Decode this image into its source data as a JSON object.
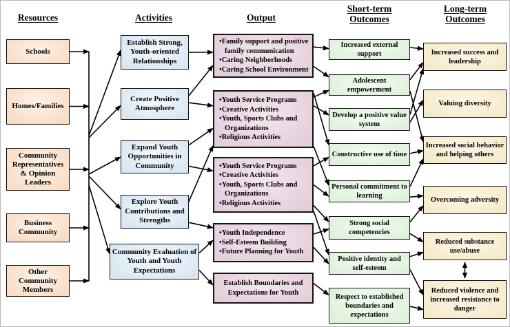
{
  "headings": {
    "resources": "Resources",
    "activities": "Activities",
    "output": "Output",
    "short_term_line1": "Short-term",
    "short_term_line2": "Outcomes",
    "long_term_line1": "Long-term",
    "long_term_line2": "Outcomes"
  },
  "colors": {
    "resource_fill": "#f9dcc4",
    "activity_fill": "#d8e6f3",
    "output_fill": "#e3cddb",
    "short_term_fill": "#ddf1da",
    "long_term_fill": "#f6e9c9",
    "line": "#000000"
  },
  "boxes": {
    "r1": {
      "label": "Schools"
    },
    "r2": {
      "label": "Homes/Families"
    },
    "r3": {
      "label": "Community Representatives & Opinion Leaders"
    },
    "r4": {
      "label": "Business Community"
    },
    "r5": {
      "label": "Other Community Members"
    },
    "a1": {
      "label": "Establish Strong, Youth-oriented Relationships"
    },
    "a2": {
      "label": "Create Positive Atmosphere"
    },
    "a3": {
      "label": "Expand Youth Opportunities in Community"
    },
    "a4": {
      "label": "Explore Youth Contributions and Strengths"
    },
    "a5": {
      "label": "Community Evaluation of Youth and Youth Expectations"
    },
    "o1": {
      "bullets": [
        "Family support and positive family communication",
        "Caring Neighborhoods",
        "Caring School Environment"
      ]
    },
    "o2": {
      "bullets": [
        "Youth Service Programs",
        "Creative Activities",
        "Youth, Sports Clubs and Organizations",
        "Religious Activities"
      ]
    },
    "o3": {
      "bullets": [
        "Youth Service Programs",
        "Creative Activities",
        "Youth, Sports Clubs and Organizations",
        "Religious Activities"
      ]
    },
    "o4": {
      "bullets": [
        "Youth Independence",
        "Self-Esteem Building",
        "Future Planning for Youth"
      ]
    },
    "o5": {
      "label": "Establish Boundaries and Expectations for Youth"
    },
    "s1": {
      "label": "Increased external support"
    },
    "s2": {
      "label": "Adolescent empowerment"
    },
    "s3": {
      "label": "Develop a positive value system"
    },
    "s4": {
      "label": "Constructive use of time"
    },
    "s5": {
      "label": "Personal commitment to learning"
    },
    "s6": {
      "label": "Strong social competencies"
    },
    "s7": {
      "label": "Positive identity and self-esteem"
    },
    "s8": {
      "label": "Respect to established boundaries and expectations"
    },
    "l1": {
      "label": "Increased success and leadership"
    },
    "l2": {
      "label": "Valuing diversity"
    },
    "l3": {
      "label": "Increased social behavior and helping others"
    },
    "l4": {
      "label": "Overcoming adversity"
    },
    "l5": {
      "label": "Reduced substance use/abuse"
    },
    "l6": {
      "label": "Reduced violence and increased resistance to danger"
    }
  },
  "edges": [
    {
      "f": "r1",
      "t": "trunk"
    },
    {
      "f": "r2",
      "t": "trunk"
    },
    {
      "f": "r3",
      "t": "trunk"
    },
    {
      "f": "r4",
      "t": "trunk"
    },
    {
      "f": "r5",
      "t": "trunk"
    },
    {
      "f": "trunk",
      "fy": 196,
      "t": "a1",
      "ty": 0.44
    },
    {
      "f": "trunk",
      "fy": 199,
      "t": "a2",
      "ty": 0.55
    },
    {
      "f": "trunk",
      "fy": 252,
      "t": "a3",
      "ty": 0.5
    },
    {
      "f": "trunk",
      "fy": 255,
      "t": "a4",
      "ty": 0.42
    },
    {
      "f": "trunk",
      "fy": 268,
      "t": "a5",
      "ty": 0.28
    },
    {
      "f": "a1",
      "fy": 0.5,
      "t": "o1",
      "ty": 0.42
    },
    {
      "f": "a2",
      "fy": 0.24,
      "t": "o1",
      "ty": 0.72
    },
    {
      "f": "a2",
      "fy": 0.46,
      "t": "o2",
      "ty": 0.27
    },
    {
      "f": "a3",
      "fy": 0.14,
      "t": "o2",
      "ty": 0.66
    },
    {
      "f": "a3",
      "fy": 0.78,
      "t": "o3",
      "ty": 0.25
    },
    {
      "f": "a4",
      "fy": 0.2,
      "t": "o2",
      "ty": 0.96
    },
    {
      "f": "a4",
      "fy": 0.82,
      "t": "o4",
      "ty": 0.12
    },
    {
      "f": "a5",
      "fy": 0.26,
      "t": "o4",
      "ty": 0.44
    },
    {
      "f": "a5",
      "fy": 0.74,
      "t": "o5",
      "ty": 0.4
    },
    {
      "f": "o1",
      "fy": 0.3,
      "t": "s1",
      "ty": 0.45
    },
    {
      "f": "o1",
      "fy": 0.74,
      "t": "s2",
      "ty": 0.12
    },
    {
      "f": "o2",
      "fy": 0.12,
      "t": "s2",
      "ty": 0.75
    },
    {
      "f": "o2",
      "fy": 0.27,
      "t": "s3",
      "ty": 0.3
    },
    {
      "f": "o2",
      "fy": 0.05,
      "t": "s4",
      "ty": 0.08
    },
    {
      "f": "o2",
      "fy": 0.97,
      "t": "s5",
      "ty": 0.22
    },
    {
      "f": "o3",
      "fy": 0.16,
      "t": "s4",
      "ty": 0.62
    },
    {
      "f": "o3",
      "fy": 0.5,
      "t": "s5",
      "ty": 0.72
    },
    {
      "f": "o3",
      "fy": 0.87,
      "t": "s6",
      "ty": 0.24
    },
    {
      "f": "o3",
      "fy": 0.97,
      "t": "s7",
      "ty": 0.12
    },
    {
      "f": "o4",
      "fy": 0.28,
      "t": "s6",
      "ty": 0.55
    },
    {
      "f": "o4",
      "fy": 0.62,
      "t": "s7",
      "ty": 0.52
    },
    {
      "f": "o5",
      "fy": 0.35,
      "t": "s8",
      "ty": 0.2
    },
    {
      "f": "s1",
      "fy": 0.4,
      "t": "l1",
      "ty": 0.22
    },
    {
      "f": "s2",
      "fy": 0.25,
      "t": "l1",
      "ty": 0.7
    },
    {
      "f": "s3",
      "fy": 0.28,
      "t": "l1",
      "ty": 0.92
    },
    {
      "f": "s3",
      "fy": 0.62,
      "t": "l2",
      "ty": 0.38
    },
    {
      "f": "s2",
      "fy": 0.78,
      "t": "l3",
      "ty": 0.2
    },
    {
      "f": "s4",
      "fy": 0.45,
      "t": "l3",
      "ty": 0.52
    },
    {
      "f": "s5",
      "fy": 0.28,
      "t": "l3",
      "ty": 0.82
    },
    {
      "f": "s5",
      "fy": 0.76,
      "t": "l4",
      "ty": 0.35
    },
    {
      "f": "s6",
      "fy": 0.25,
      "t": "l4",
      "ty": 0.7
    },
    {
      "f": "s6",
      "fy": 0.74,
      "t": "l5",
      "ty": 0.35
    },
    {
      "f": "s7",
      "fy": 0.2,
      "t": "l5",
      "ty": 0.72
    },
    {
      "f": "s7",
      "fy": 0.78,
      "t": "l6",
      "ty": 0.38
    },
    {
      "f": "s8",
      "fy": 0.52,
      "t": "l6",
      "ty": 0.76
    }
  ],
  "bidirectional_link": {
    "between": [
      "l5",
      "l6"
    ]
  }
}
